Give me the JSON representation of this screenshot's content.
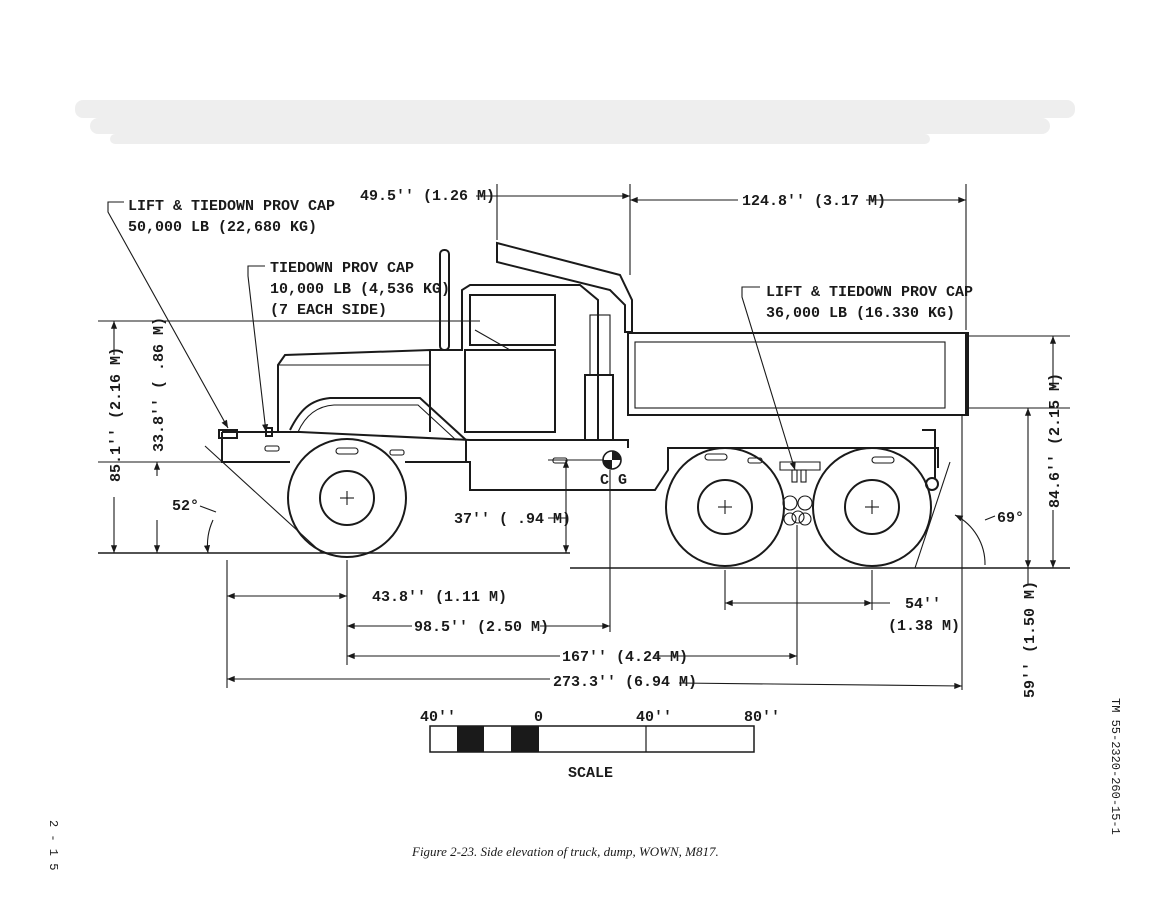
{
  "labels": {
    "lift_front": [
      "LIFT & TIEDOWN PROV CAP",
      "50,000 LB (22,680 KG)"
    ],
    "tiedown": [
      "TIEDOWN PROV CAP",
      "10,000 LB (4,536 KG)",
      "(7 EACH SIDE)"
    ],
    "lift_rear": [
      "LIFT & TIEDOWN PROV CAP",
      "36,000 LB (16.330 KG)"
    ],
    "cg": "C G"
  },
  "dimensions": {
    "cab_offset": "49.5'' (1.26 M)",
    "body_length": "124.8'' (3.17 M)",
    "overall_height": "85.1'' (2.16 M)",
    "front_height": "33.8'' ( .86 M)",
    "body_height": "84.6'' (2.15 M)",
    "rear_height": "59'' (1.50 M)",
    "approach_angle": "52°",
    "departure_angle": "69°",
    "cg_height": "37'' ( .94 M)",
    "front_overhang": "43.8'' (1.11 M)",
    "cg_distance": "98.5'' (2.50 M)",
    "wheelbase": "167'' (4.24 M)",
    "overall_length": "273.3'' (6.94 M)",
    "bogie_spacing": [
      "54''",
      "(1.38 M)"
    ]
  },
  "scale": {
    "ticks": [
      "40''",
      "0",
      "40''",
      "80''"
    ],
    "label": "SCALE"
  },
  "caption": "Figure 2-23.  Side elevation of truck, dump, WOWN, M817.",
  "doc_id": "TM 55-2320-260-15-1",
  "page_number": "2 - 1 5"
}
